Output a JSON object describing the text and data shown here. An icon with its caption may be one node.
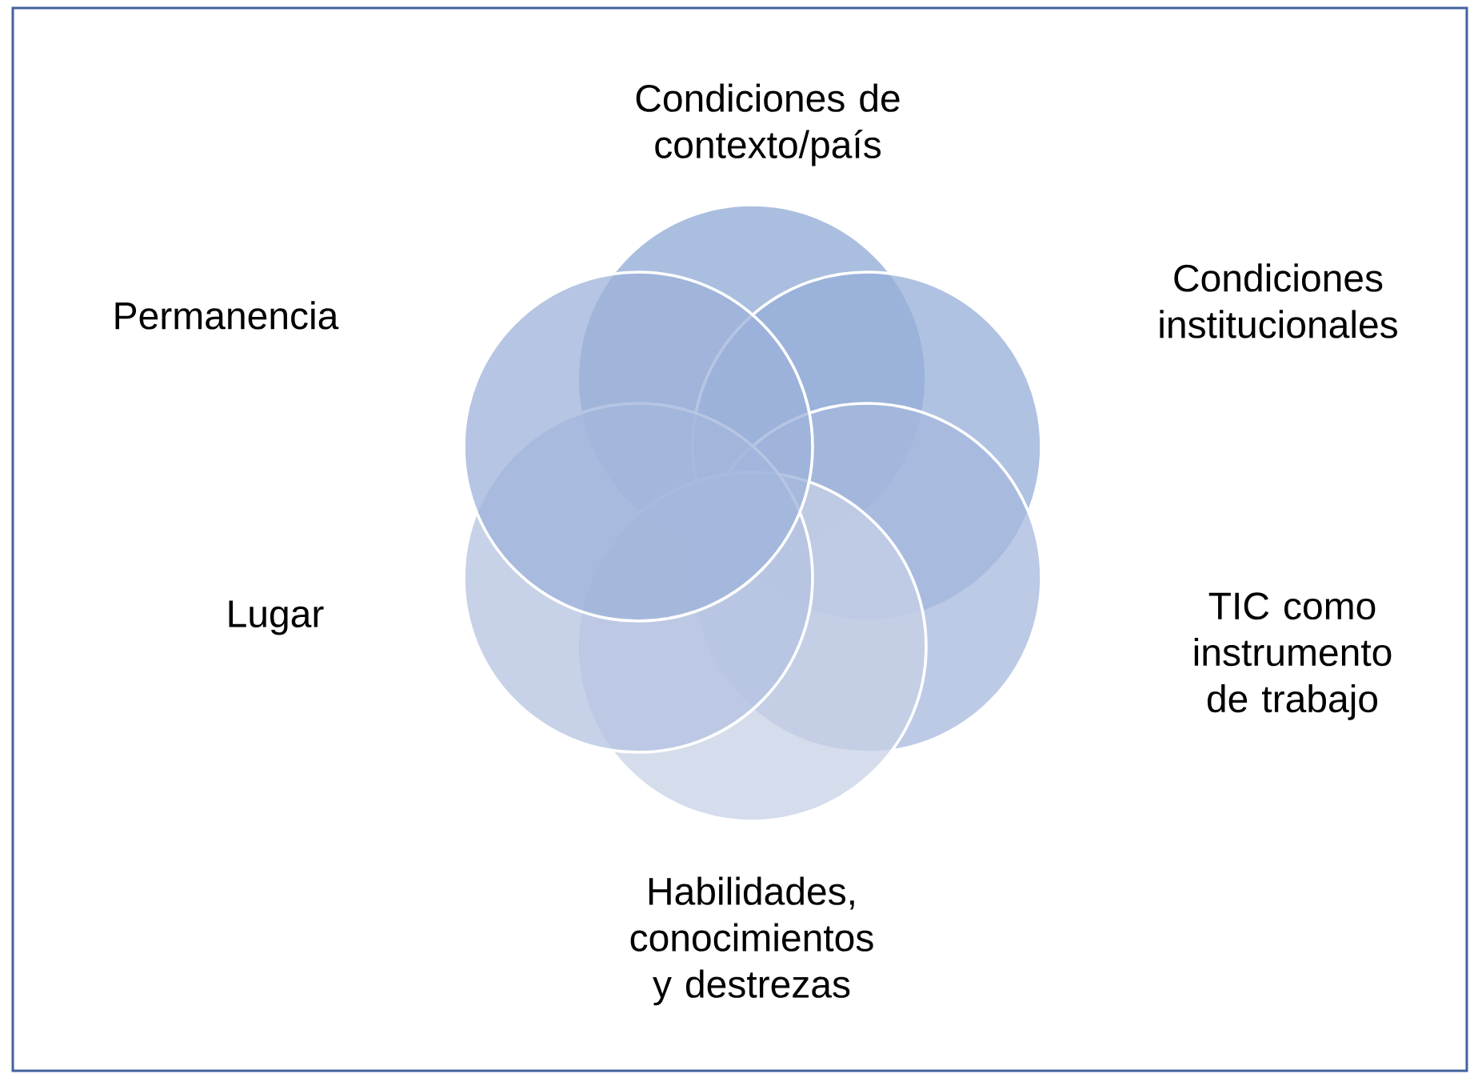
{
  "diagram": {
    "nodes": [
      {
        "text": [
          "Condiciones de contexto/país"
        ]
      },
      {
        "text": [
          "Condiciones institucionales"
        ]
      },
      {
        "text": [
          "TIC como instrumento de trabajo"
        ]
      },
      {
        "text": [
          "Habilidades, conocimientos y destrezas"
        ]
      },
      {
        "text": [
          "Lugar"
        ]
      },
      {
        "text": [
          "Permanencia"
        ]
      }
    ]
  }
}
